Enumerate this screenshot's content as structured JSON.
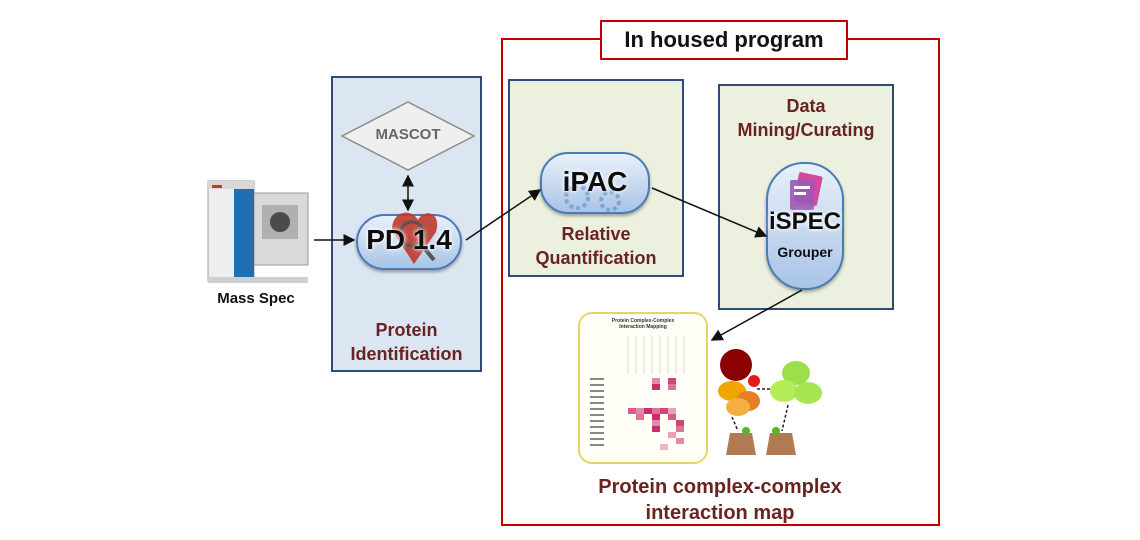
{
  "inhouse": {
    "title": "In housed program"
  },
  "massspec": {
    "label": "Mass Spec"
  },
  "protein_id": {
    "line1": "Protein",
    "line2": "Identification"
  },
  "mascot": {
    "label": "MASCOT"
  },
  "pd": {
    "label": "PD 1.4"
  },
  "ipac": {
    "label": "iPAC"
  },
  "relquant": {
    "line1": "Relative",
    "line2": "Quantification"
  },
  "datamining": {
    "line1": "Data",
    "line2": "Mining/Curating"
  },
  "ispec": {
    "label": "iSPEC",
    "sub": "Grouper"
  },
  "mapping": {
    "title_line1": "Protein Complex-Complex",
    "title_line2": "Interaction Mapping"
  },
  "map": {
    "line1": "Protein complex-complex",
    "line2": "interaction map"
  },
  "colors": {
    "maroon": "#6b2321",
    "red_border": "#c00000",
    "panel_border": "#2e4a7a"
  }
}
